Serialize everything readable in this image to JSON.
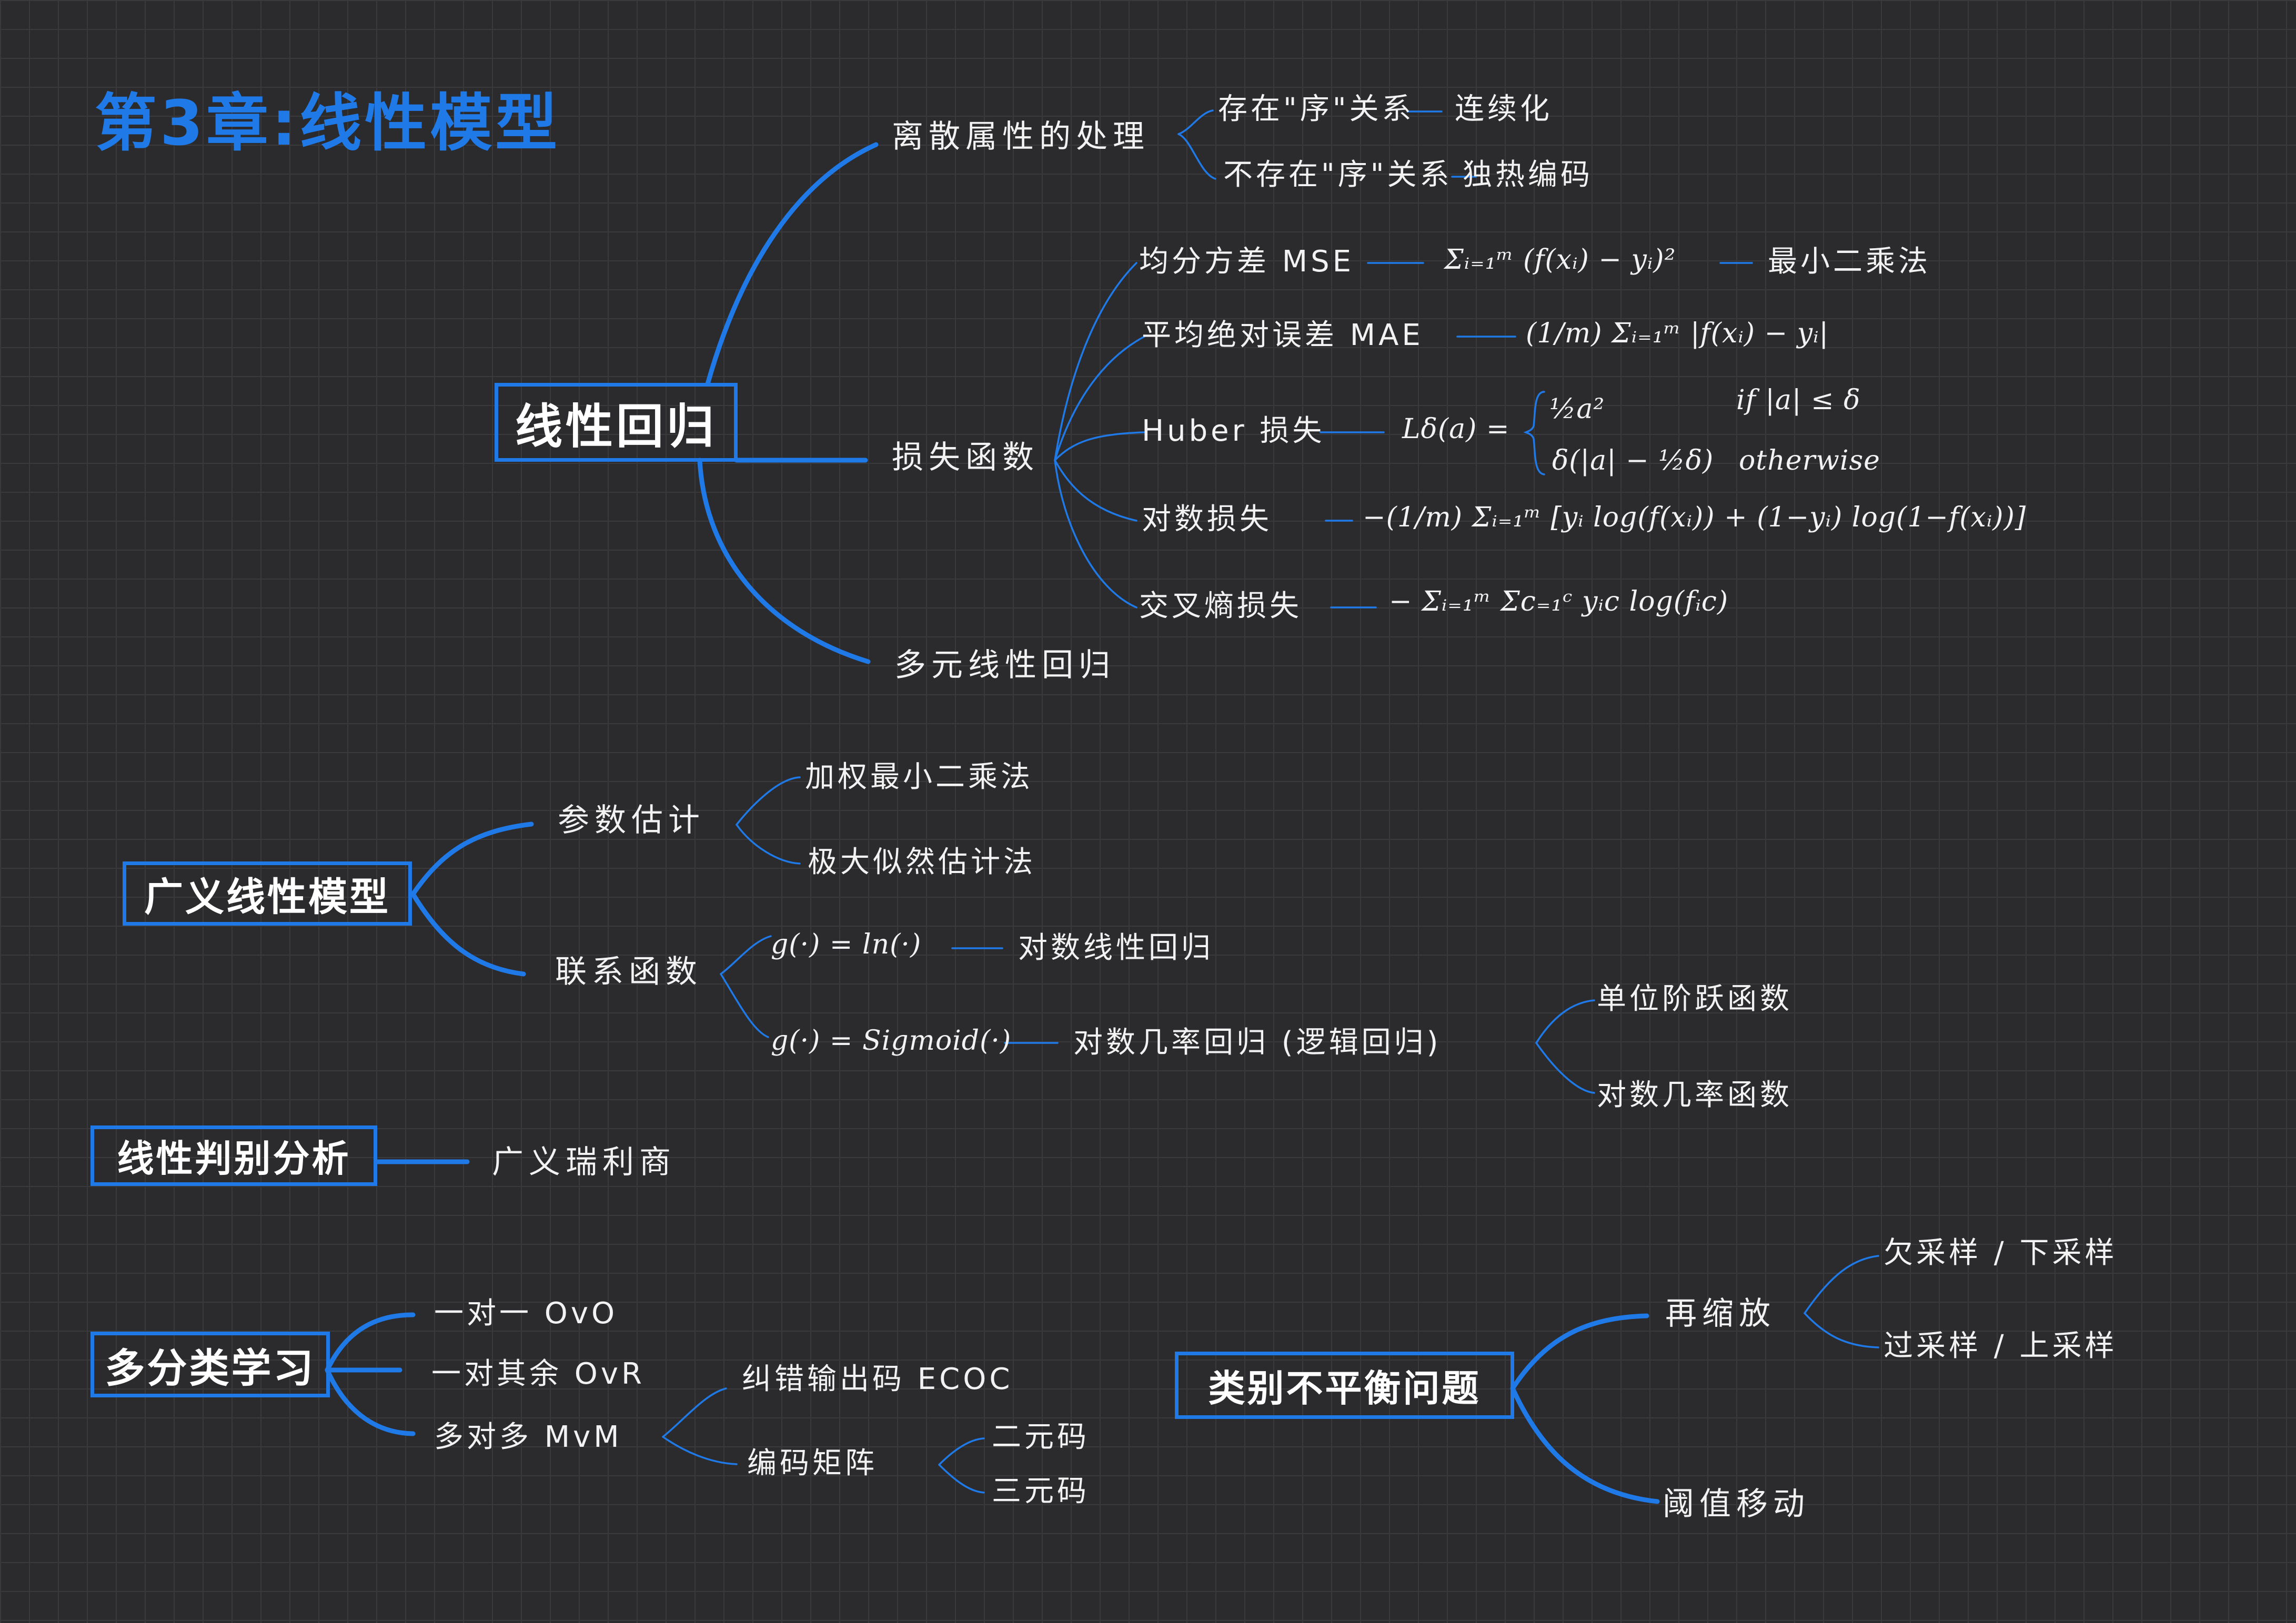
{
  "title": "第3章:线性模型",
  "linear_regression": {
    "label": "线性回归",
    "discrete": {
      "label": "离散属性的处理",
      "ordered": "存在\"序\"关系",
      "ordered_result": "连续化",
      "unordered": "不存在\"序\"关系",
      "unordered_result": "独热编码"
    },
    "loss": {
      "label": "损失函数",
      "mse": "均分方差 MSE",
      "mse_formula": "Σᵢ₌₁ᵐ (f(xᵢ) − yᵢ)²",
      "mse_result": "最小二乘法",
      "mae": "平均绝对误差 MAE",
      "mae_formula": "(1/m) Σᵢ₌₁ᵐ |f(xᵢ) − yᵢ|",
      "huber": "Huber 损失",
      "huber_lhs": "Lδ(a) =",
      "huber_case1": "½a²",
      "huber_cond1": "if |a| ≤ δ",
      "huber_case2": "δ(|a| − ½δ)",
      "huber_cond2": "otherwise",
      "log": "对数损失",
      "log_formula": "−(1/m) Σᵢ₌₁ᵐ [yᵢ log(f(xᵢ)) + (1−yᵢ) log(1−f(xᵢ))]",
      "ce": "交叉熵损失",
      "ce_formula": "− Σᵢ₌₁ᵐ Σc₌₁ᶜ yᵢc log(fᵢc)"
    },
    "multi": "多元线性回归"
  },
  "glm": {
    "label": "广义线性模型",
    "param": {
      "label": "参数估计",
      "wls": "加权最小二乘法",
      "mle": "极大似然估计法"
    },
    "link": {
      "label": "联系函数",
      "ln": "g(·) = ln(·)",
      "ln_result": "对数线性回归",
      "sig": "g(·) = Sigmoid(·)",
      "sig_result": "对数几率回归 (逻辑回归)",
      "step": "单位阶跃函数",
      "logodds": "对数几率函数"
    }
  },
  "lda": {
    "label": "线性判别分析",
    "rayleigh": "广义瑞利商"
  },
  "multiclass": {
    "label": "多分类学习",
    "ovo": "一对一 OvO",
    "ovr": "一对其余 OvR",
    "mvm": "多对多 MvM",
    "ecoc": "纠错输出码 ECOC",
    "matrix": "编码矩阵",
    "binary": "二元码",
    "ternary": "三元码"
  },
  "imbalance": {
    "label": "类别不平衡问题",
    "rescale": "再缩放",
    "under": "欠采样 / 下采样",
    "over": "过采样 / 上采样",
    "threshold": "阈值移动"
  },
  "colors": {
    "accent": "#1f7ae8",
    "background": "#2b2b2d",
    "grid": "#3a3a3d",
    "text": "#f2f2f2"
  }
}
